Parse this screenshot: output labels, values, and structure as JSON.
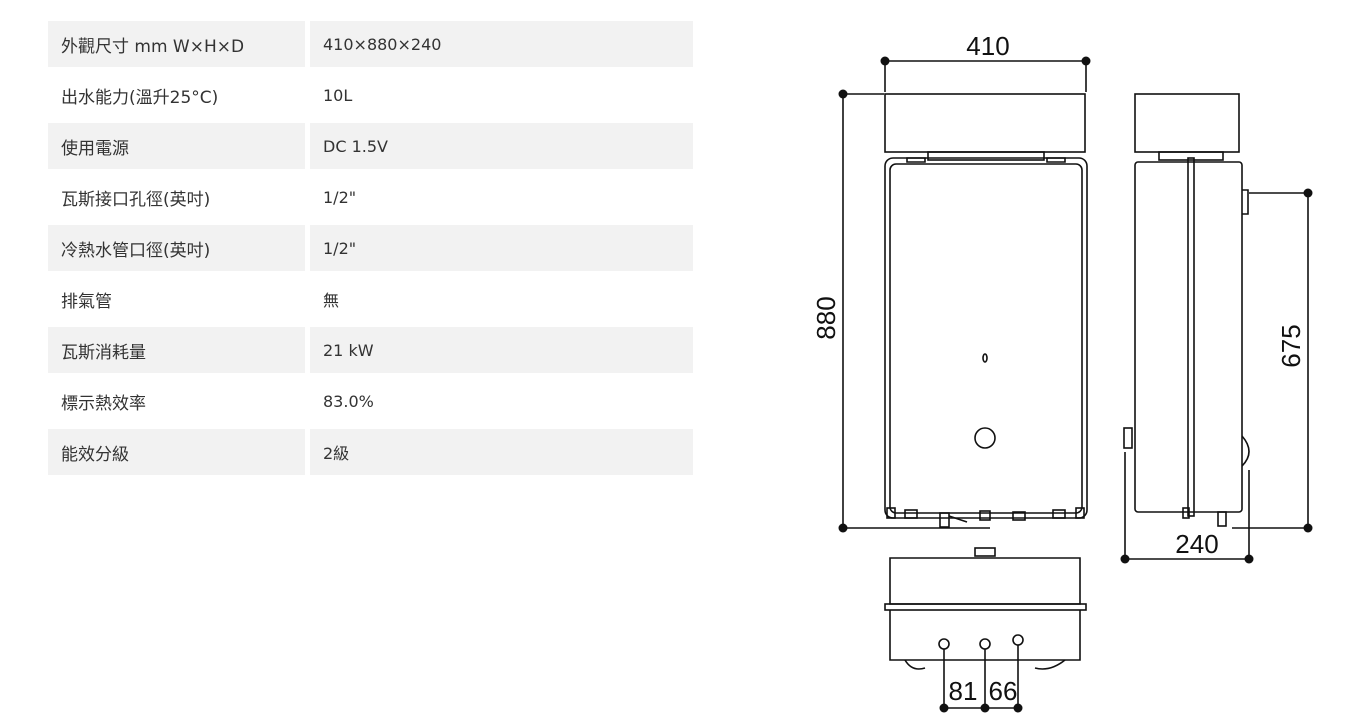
{
  "specs": [
    {
      "label": "外觀尺寸 mm W×H×D",
      "value": "410×880×240"
    },
    {
      "label": "出水能力(溫升25°C)",
      "value": "10L"
    },
    {
      "label": "使用電源",
      "value": "DC 1.5V"
    },
    {
      "label": "瓦斯接口孔徑(英吋)",
      "value": "1/2\""
    },
    {
      "label": "冷熱水管口徑(英吋)",
      "value": "1/2\""
    },
    {
      "label": "排氣管",
      "value": "無"
    },
    {
      "label": "瓦斯消耗量",
      "value": "21 kW"
    },
    {
      "label": "標示熱效率",
      "value": "83.0%"
    },
    {
      "label": "能效分級",
      "value": "2級"
    }
  ],
  "diagram": {
    "width": "410",
    "height": "880",
    "depth": "240",
    "mount_height": "675",
    "pipe_spacing_left": "81",
    "pipe_spacing_right": "66"
  }
}
